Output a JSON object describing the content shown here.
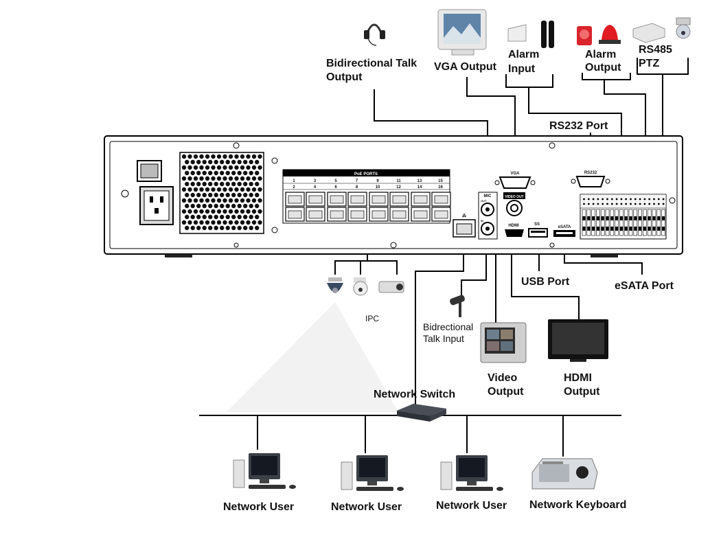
{
  "labels": {
    "bidir_talk_output_1": "Bidirectional Talk",
    "bidir_talk_output_2": "Output",
    "vga_output": "VGA Output",
    "alarm_input_1": "Alarm",
    "alarm_input_2": "Input",
    "alarm_output_1": "Alarm",
    "alarm_output_2": "Output",
    "rs485_1": "RS485",
    "rs485_2": "PTZ",
    "rs232_port": "RS232 Port",
    "usb_port": "USB Port",
    "esata_port": "eSATA Port",
    "ipc": "IPC",
    "bidir_talk_input_1": "Bidrectional",
    "bidir_talk_input_2": "Talk Input",
    "video_output_1": "Video",
    "video_output_2": "Output",
    "hdmi_output_1": "HDMI",
    "hdmi_output_2": "Output",
    "network_switch": "Network Switch",
    "network_user_1": "Network User",
    "network_user_2": "Network User",
    "network_user_3": "Network User",
    "network_keyboard": "Network Keyboard"
  },
  "panel": {
    "poe_title": "PoE PORTS",
    "poe_top": [
      "1",
      "3",
      "5",
      "7",
      "9",
      "11",
      "13",
      "15"
    ],
    "poe_bottom": [
      "2",
      "4",
      "6",
      "8",
      "10",
      "12",
      "14",
      "16"
    ],
    "vga": "VGA",
    "rs232": "RS232",
    "mic": "MIC",
    "out": "OUT",
    "in": "IN",
    "video_out": "VIDEO OUT",
    "hdmi": "HDMI",
    "usb": "SS",
    "esata": "eSATA"
  }
}
